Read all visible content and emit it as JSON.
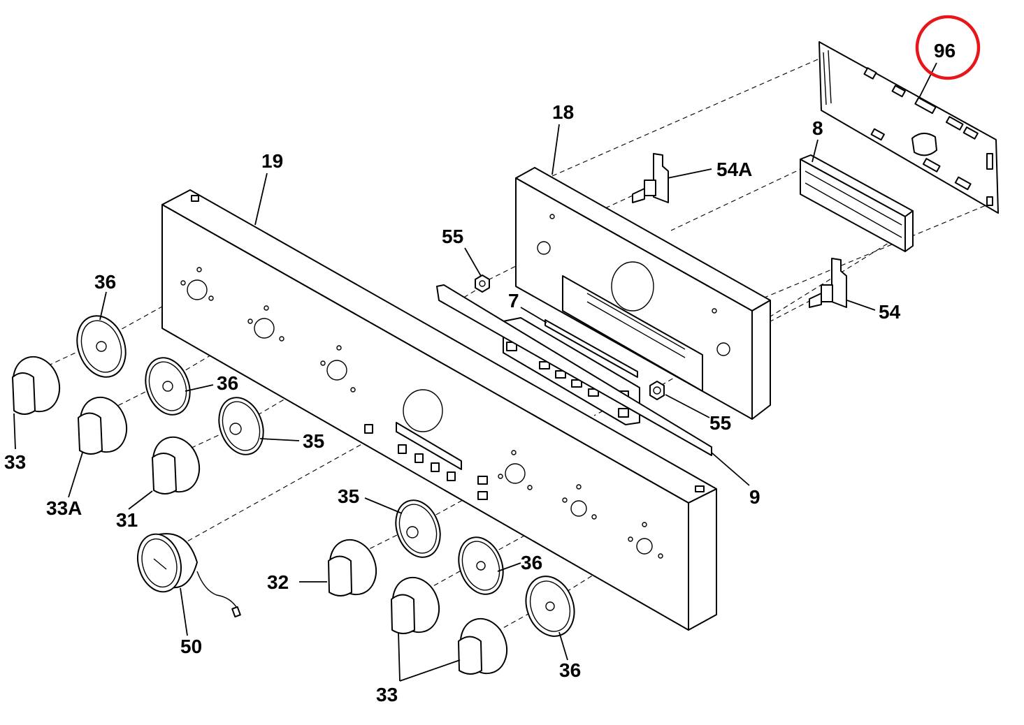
{
  "callouts": {
    "c96": "96",
    "c18": "18",
    "c19": "19",
    "c8": "8",
    "c54A": "54A",
    "c54": "54",
    "c55a": "55",
    "c55b": "55",
    "c7": "7",
    "c9": "9",
    "c36a": "36",
    "c36b": "36",
    "c36c": "36",
    "c36d": "36",
    "c35a": "35",
    "c35b": "35",
    "c33a": "33",
    "c33b": "33",
    "c33A": "33A",
    "c31": "31",
    "c32": "32",
    "c50": "50"
  },
  "highlight": {
    "part": "96",
    "color": "#e8161b"
  }
}
